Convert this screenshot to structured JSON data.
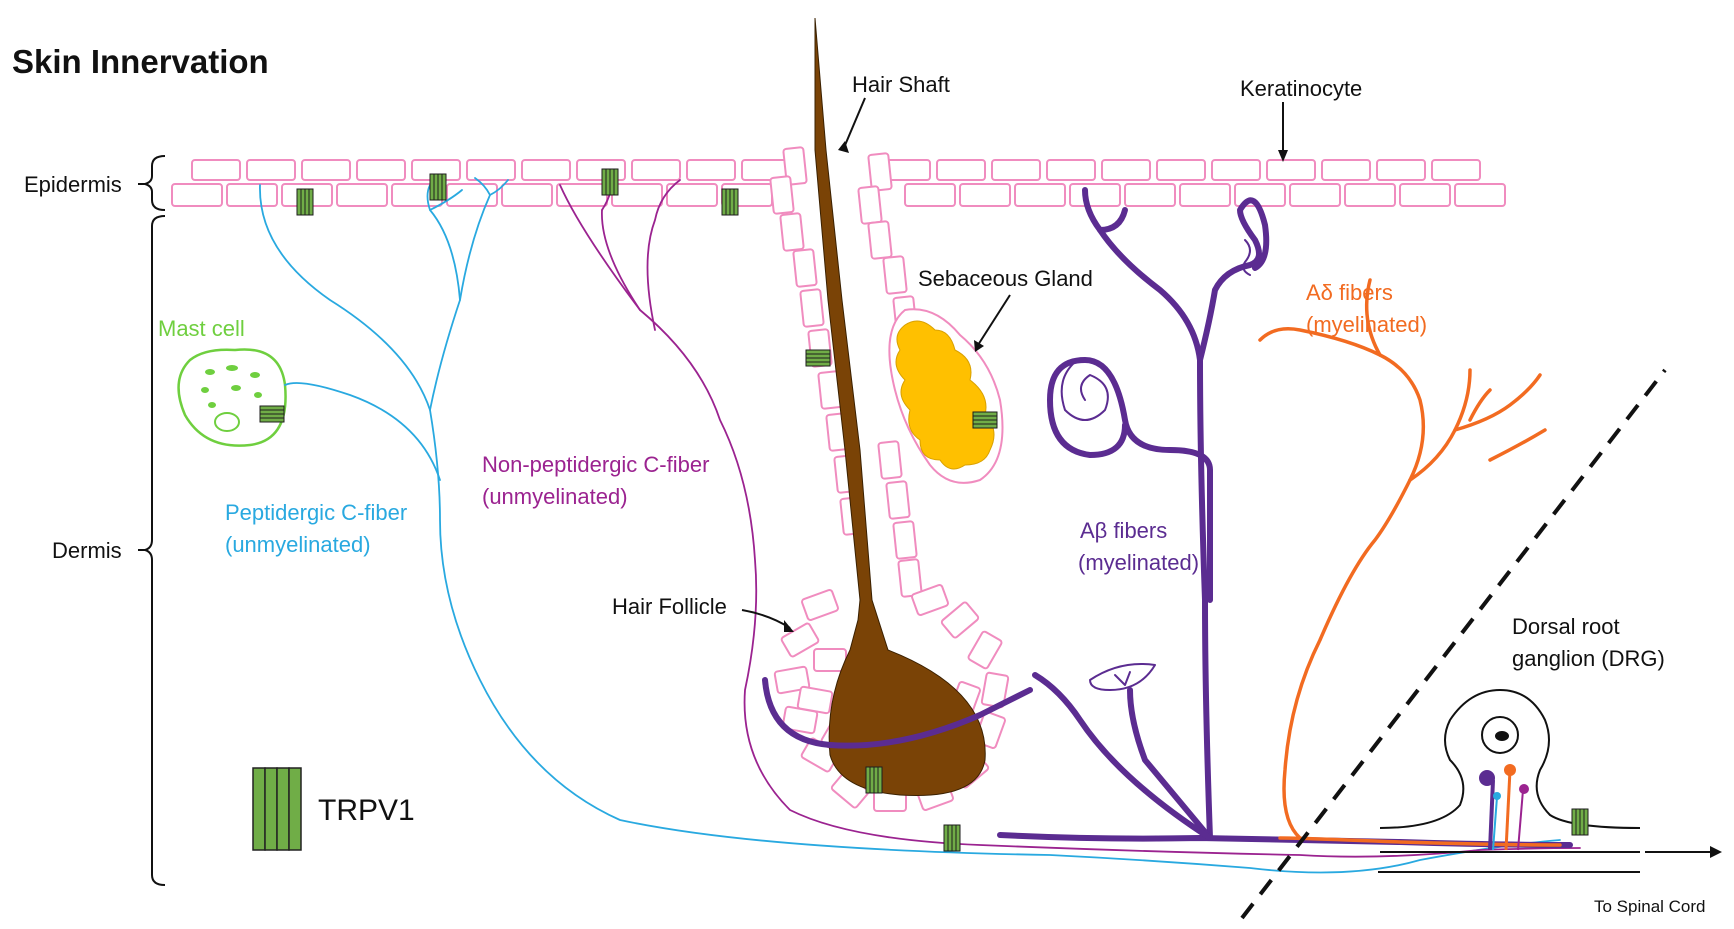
{
  "title": "Skin Innervation",
  "layers": {
    "epidermis": "Epidermis",
    "dermis": "Dermis"
  },
  "labels": {
    "hair_shaft": "Hair Shaft",
    "keratinocyte": "Keratinocyte",
    "sebaceous_gland": "Sebaceous Gland",
    "mast_cell": "Mast cell",
    "peptidergic_line1": "Peptidergic C-fiber",
    "peptidergic_line2": "(unmyelinated)",
    "nonpeptidergic_line1": "Non-peptidergic C-fiber",
    "nonpeptidergic_line2": "(unmyelinated)",
    "abeta_line1": "Aβ fibers",
    "abeta_line2": "(myelinated)",
    "adelta_line1": "Aδ fibers",
    "adelta_line2": "(myelinated)",
    "hair_follicle": "Hair Follicle",
    "drg_line1": "Dorsal root",
    "drg_line2": "ganglion (DRG)",
    "to_spinal_cord": "To Spinal Cord"
  },
  "legend": {
    "trpv1": "TRPV1"
  },
  "colors": {
    "keratinocyte": "#f08cbf",
    "peptidergic": "#29a9e0",
    "non_peptidergic": "#9b2390",
    "a_beta": "#5b2c91",
    "a_delta": "#f26b21",
    "mast_cell": "#6fcf3f",
    "hair": "#7a4306",
    "sebaceous": "#ffc000",
    "trpv1": "#70ad47"
  }
}
